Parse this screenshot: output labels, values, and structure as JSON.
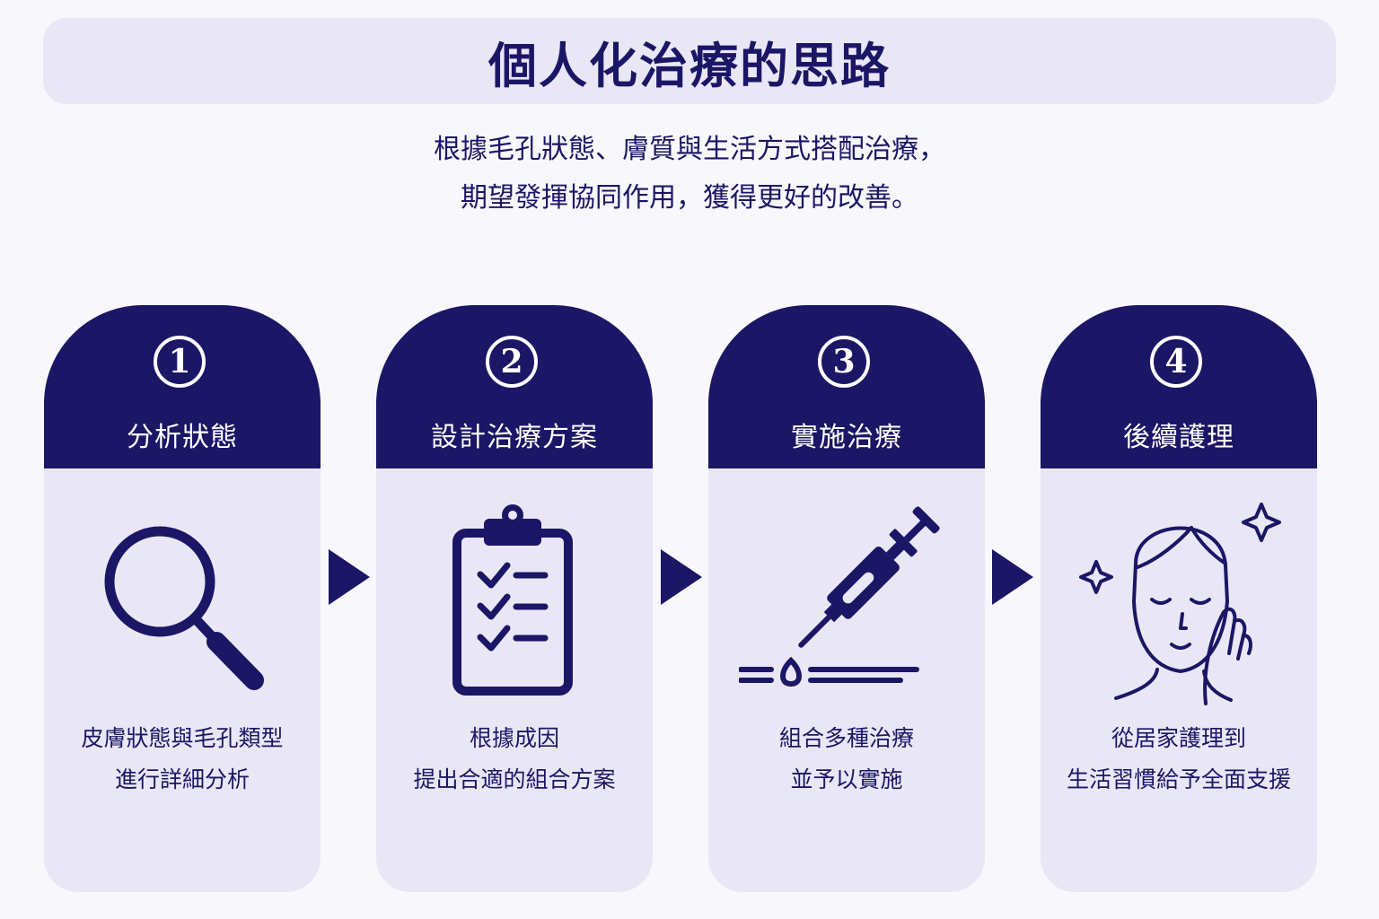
{
  "title": "個人化治療的思路",
  "subtitle": {
    "line1": "根據毛孔狀態、膚質與生活方式搭配治療，",
    "line2": "期望發揮協同作用，獲得更好的改善。"
  },
  "steps": [
    {
      "number": "1",
      "title": "分析狀態",
      "icon": "magnifier-icon",
      "desc_line1": "皮膚狀態與毛孔類型",
      "desc_line2": "進行詳細分析"
    },
    {
      "number": "2",
      "title": "設計治療方案",
      "icon": "clipboard-checklist-icon",
      "desc_line1": "根據成因",
      "desc_line2": "提出合適的組合方案"
    },
    {
      "number": "3",
      "title": "實施治療",
      "icon": "syringe-icon",
      "desc_line1": "組合多種治療",
      "desc_line2": "並予以實施"
    },
    {
      "number": "4",
      "title": "後續護理",
      "icon": "face-care-icon",
      "desc_line1": "從居家護理到",
      "desc_line2": "生活習慣給予全面支援"
    }
  ],
  "colors": {
    "primary": "#1b1665",
    "card_bg": "#e9e7f6",
    "page_bg": "#f8f7fc"
  }
}
